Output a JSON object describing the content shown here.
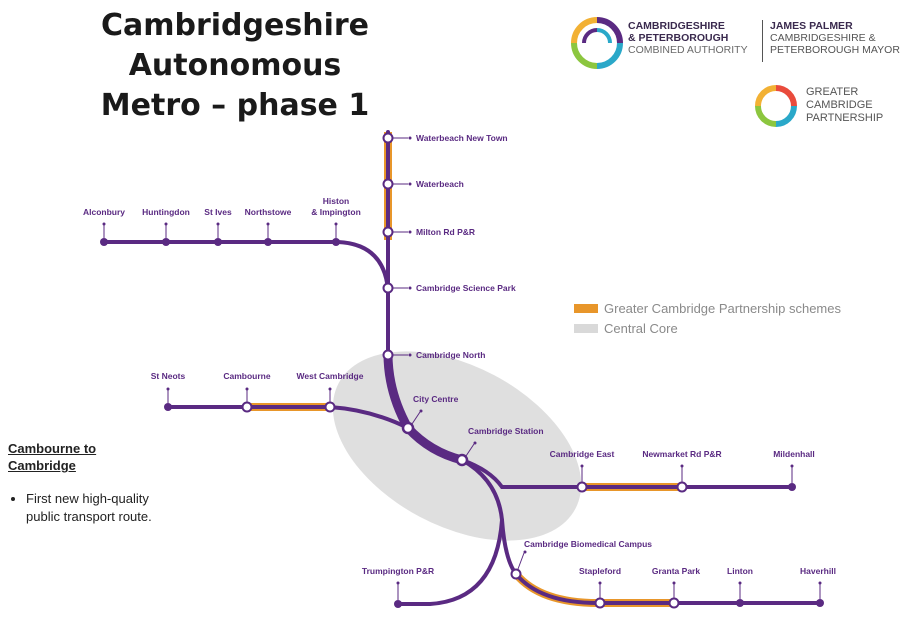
{
  "title": {
    "line1": "Cambridgeshire Autonomous",
    "line2": "Metro – phase 1"
  },
  "logos": {
    "cpca": {
      "line1": "CAMBRIDGESHIRE",
      "line2": "& PETERBOROUGH",
      "line3": "COMBINED AUTHORITY"
    },
    "mayor": {
      "line1": "JAMES PALMER",
      "line2": "CAMBRIDGESHIRE &",
      "line3": "PETERBOROUGH MAYOR"
    },
    "gcp": {
      "line1": "GREATER",
      "line2": "CAMBRIDGE",
      "line3": "PARTNERSHIP"
    }
  },
  "legend": [
    {
      "label": "Greater Cambridge Partnership schemes",
      "color": "#e8962a"
    },
    {
      "label": "Central Core",
      "color": "#d9d9d9"
    }
  ],
  "note": {
    "heading_line1": "Cambourne to",
    "heading_line2": "Cambridge",
    "bullet": "First new high-quality public transport route."
  },
  "colors": {
    "line": "#5a2a82",
    "gcp": "#e8962a",
    "core": "#d9d9d9"
  },
  "stations": {
    "waterbeach_new_town": "Waterbeach New Town",
    "waterbeach": "Waterbeach",
    "milton": "Milton Rd P&R",
    "science_park": "Cambridge Science Park",
    "cambridge_north": "Cambridge North",
    "alconbury": "Alconbury",
    "huntingdon": "Huntingdon",
    "st_ives": "St Ives",
    "northstowe": "Northstowe",
    "histon_1": "Histon",
    "histon_2": "& Impington",
    "st_neots": "St Neots",
    "cambourne": "Cambourne",
    "west_cambridge": "West Cambridge",
    "city_centre": "City Centre",
    "cambridge_station": "Cambridge Station",
    "cambridge_east": "Cambridge East",
    "newmarket": "Newmarket Rd P&R",
    "mildenhall": "Mildenhall",
    "biomedical": "Cambridge Biomedical Campus",
    "trumpington": "Trumpington P&R",
    "stapleford": "Stapleford",
    "granta_park": "Granta Park",
    "linton": "Linton",
    "haverhill": "Haverhill"
  }
}
